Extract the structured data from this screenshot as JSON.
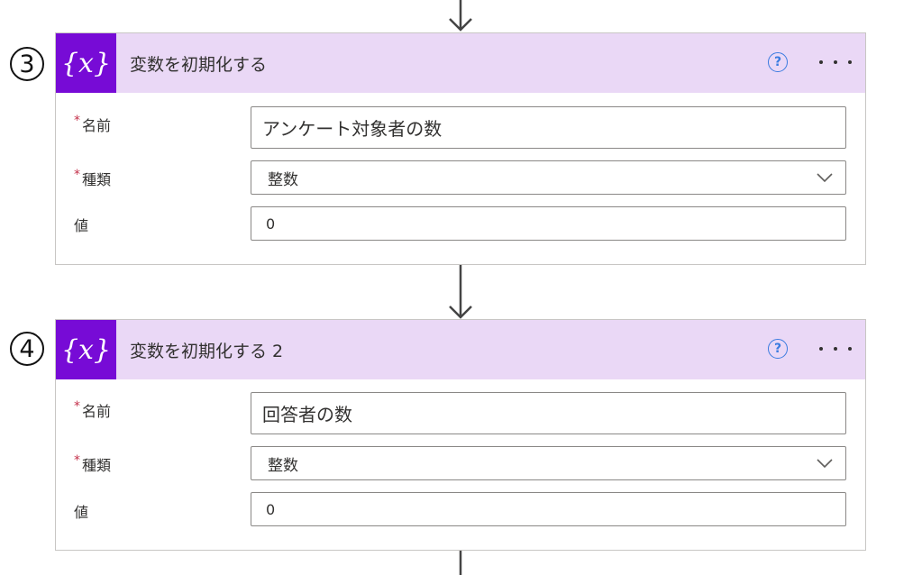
{
  "steps": [
    {
      "number": "3",
      "title": "変数を初期化する",
      "icon": "variable-icon",
      "icon_text": "{x}",
      "fields": {
        "name_label": "名前",
        "name_value": "アンケート対象者の数",
        "type_label": "種類",
        "type_value": "整数",
        "value_label": "値",
        "value_value": "0"
      }
    },
    {
      "number": "4",
      "title": "変数を初期化する 2",
      "icon": "variable-icon",
      "icon_text": "{x}",
      "fields": {
        "name_label": "名前",
        "name_value": "回答者の数",
        "type_label": "種類",
        "type_value": "整数",
        "value_label": "値",
        "value_value": "0"
      }
    }
  ],
  "required_marker": "*",
  "help_symbol": "?",
  "colors": {
    "header_bg": "#ead8f6",
    "icon_bg": "#770bd6",
    "help_blue": "#3a7be0",
    "required_red": "#c4314b"
  }
}
